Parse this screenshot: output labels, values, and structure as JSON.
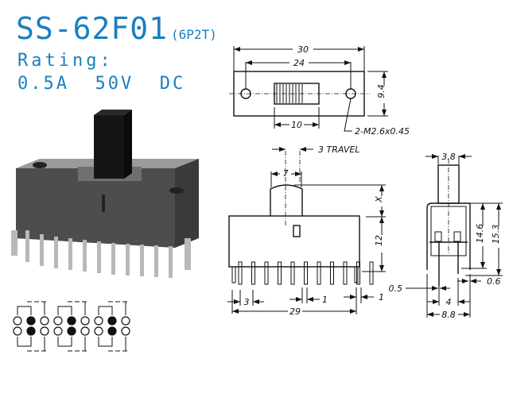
{
  "header": {
    "model": "SS-62F01",
    "poles_throws": "(6P2T)",
    "rating_label": "Rating:",
    "rating_value": "0.5A  50V  DC"
  },
  "colors": {
    "accent": "#1a7fbf",
    "drawing": "#111111",
    "photo_body": "#5a5a5a"
  },
  "top_view": {
    "overall_width": "30",
    "hole_spacing": "24",
    "height": "9.4",
    "slider_width": "10",
    "hole_note": "2-M2.6x0.45"
  },
  "front_view": {
    "travel": "3 TRAVEL",
    "actuator_width": "7",
    "actuator_height": "X",
    "body_height": "12",
    "pin_pitch": "3",
    "pin_width": "1",
    "side_pin": "1",
    "overall_length": "29"
  },
  "side_view": {
    "actuator_width": "3.8",
    "body_height": "14.6",
    "total_height": "15.3",
    "pin_thickness": "0.5",
    "tab_thickness": "0.6",
    "row_spacing": "4",
    "overall_width": "8.8"
  },
  "schematic": {
    "groups": 3
  }
}
